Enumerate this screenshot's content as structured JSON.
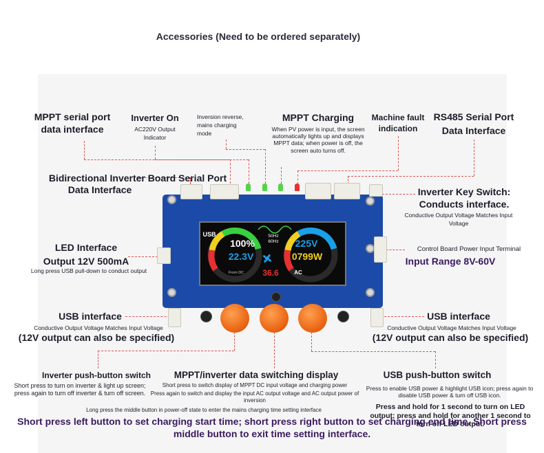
{
  "header": {
    "title": "Accessories (Need to be ordered separately)"
  },
  "labels": {
    "mppt_port_1": "MPPT serial port",
    "mppt_port_2": "data interface",
    "inverter_on": "Inverter On",
    "inverter_on_note_1": "AC220V Output",
    "inverter_on_note_2": "Indicator",
    "inversion_1": "Inversion reverse,",
    "inversion_2": "mains charging",
    "inversion_3": "mode",
    "mppt_charging": "MPPT Charging",
    "mppt_charging_note": "When PV power is input, the screen automatically lights up and displays MPPT data; when power is off, the screen auto turns off.",
    "fault_1": "Machine fault",
    "fault_2": "indication",
    "rs485_1": "RS485 Serial Port",
    "rs485_2": "Data Interface",
    "bidir_1": "Bidirectional Inverter Board Serial Port",
    "bidir_2": "Data Interface",
    "key_switch_1": "Inverter Key Switch:",
    "key_switch_2": "Conducts interface.",
    "key_switch_note_1": "Conductive Output Voltage Matches Input",
    "key_switch_note_2": "Voltage",
    "led_1": "LED Interface",
    "led_2": "Output 12V 500mA",
    "led_note": "Long press USB pull-down to conduct output",
    "ctrl_power": "Control Board Power Input Terminal",
    "input_range": "Input Range 8V-60V",
    "usb_left_title": "USB interface",
    "usb_left_note": "Conductive Output Voltage Matches Input Voltage",
    "usb_left_spec": "(12V output can also be specified)",
    "usb_right_title": "USB interface",
    "usb_right_note": "Conductive Output Voltage Matches Input Voltage",
    "usb_right_spec": "(12V output can also be specified)",
    "inv_btn_title": "Inverter push-button switch",
    "inv_btn_note": "Short press to turn on inverter & light up screen; press again to turn off inverter & turn off screen.",
    "switch_title": "MPPT/inverter data switching display",
    "switch_note_1": "Short press to switch display of MPPT DC input voltage and charging power",
    "switch_note_2": "Press again to switch and display the input AC output voltage and AC output power of inversion",
    "switch_note_3": "Long press the middle button in power-off state to enter the mains charging time setting interface",
    "usb_btn_title": "USB push-button switch",
    "usb_btn_note": "Press to enable USB power & highlight USB icon; press again to disable USB power & turn off USB icon.",
    "usb_btn_hold": "Press and hold for 1 second to turn on LED output; press and hold for another 1 second to turn off LED output.",
    "footer_1": "Short press left button to set charging start time; short press right button to set charging end time. Short press",
    "footer_2": "middle button to exit time setting interface."
  },
  "screen": {
    "usb": "USB",
    "left_value_1": "100%",
    "left_value_2": "22.3V",
    "from_dc": "From DC",
    "freq_1": "50Hz",
    "freq_2": "60Hz",
    "right_value_1": "225V",
    "right_value_2": "0799W",
    "center_value": "36.6",
    "ac": "AC"
  },
  "colors": {
    "accent": "#e05050",
    "pcb": "#1c4aa8",
    "button": "#e8600f",
    "text": "#1c1c2a"
  }
}
